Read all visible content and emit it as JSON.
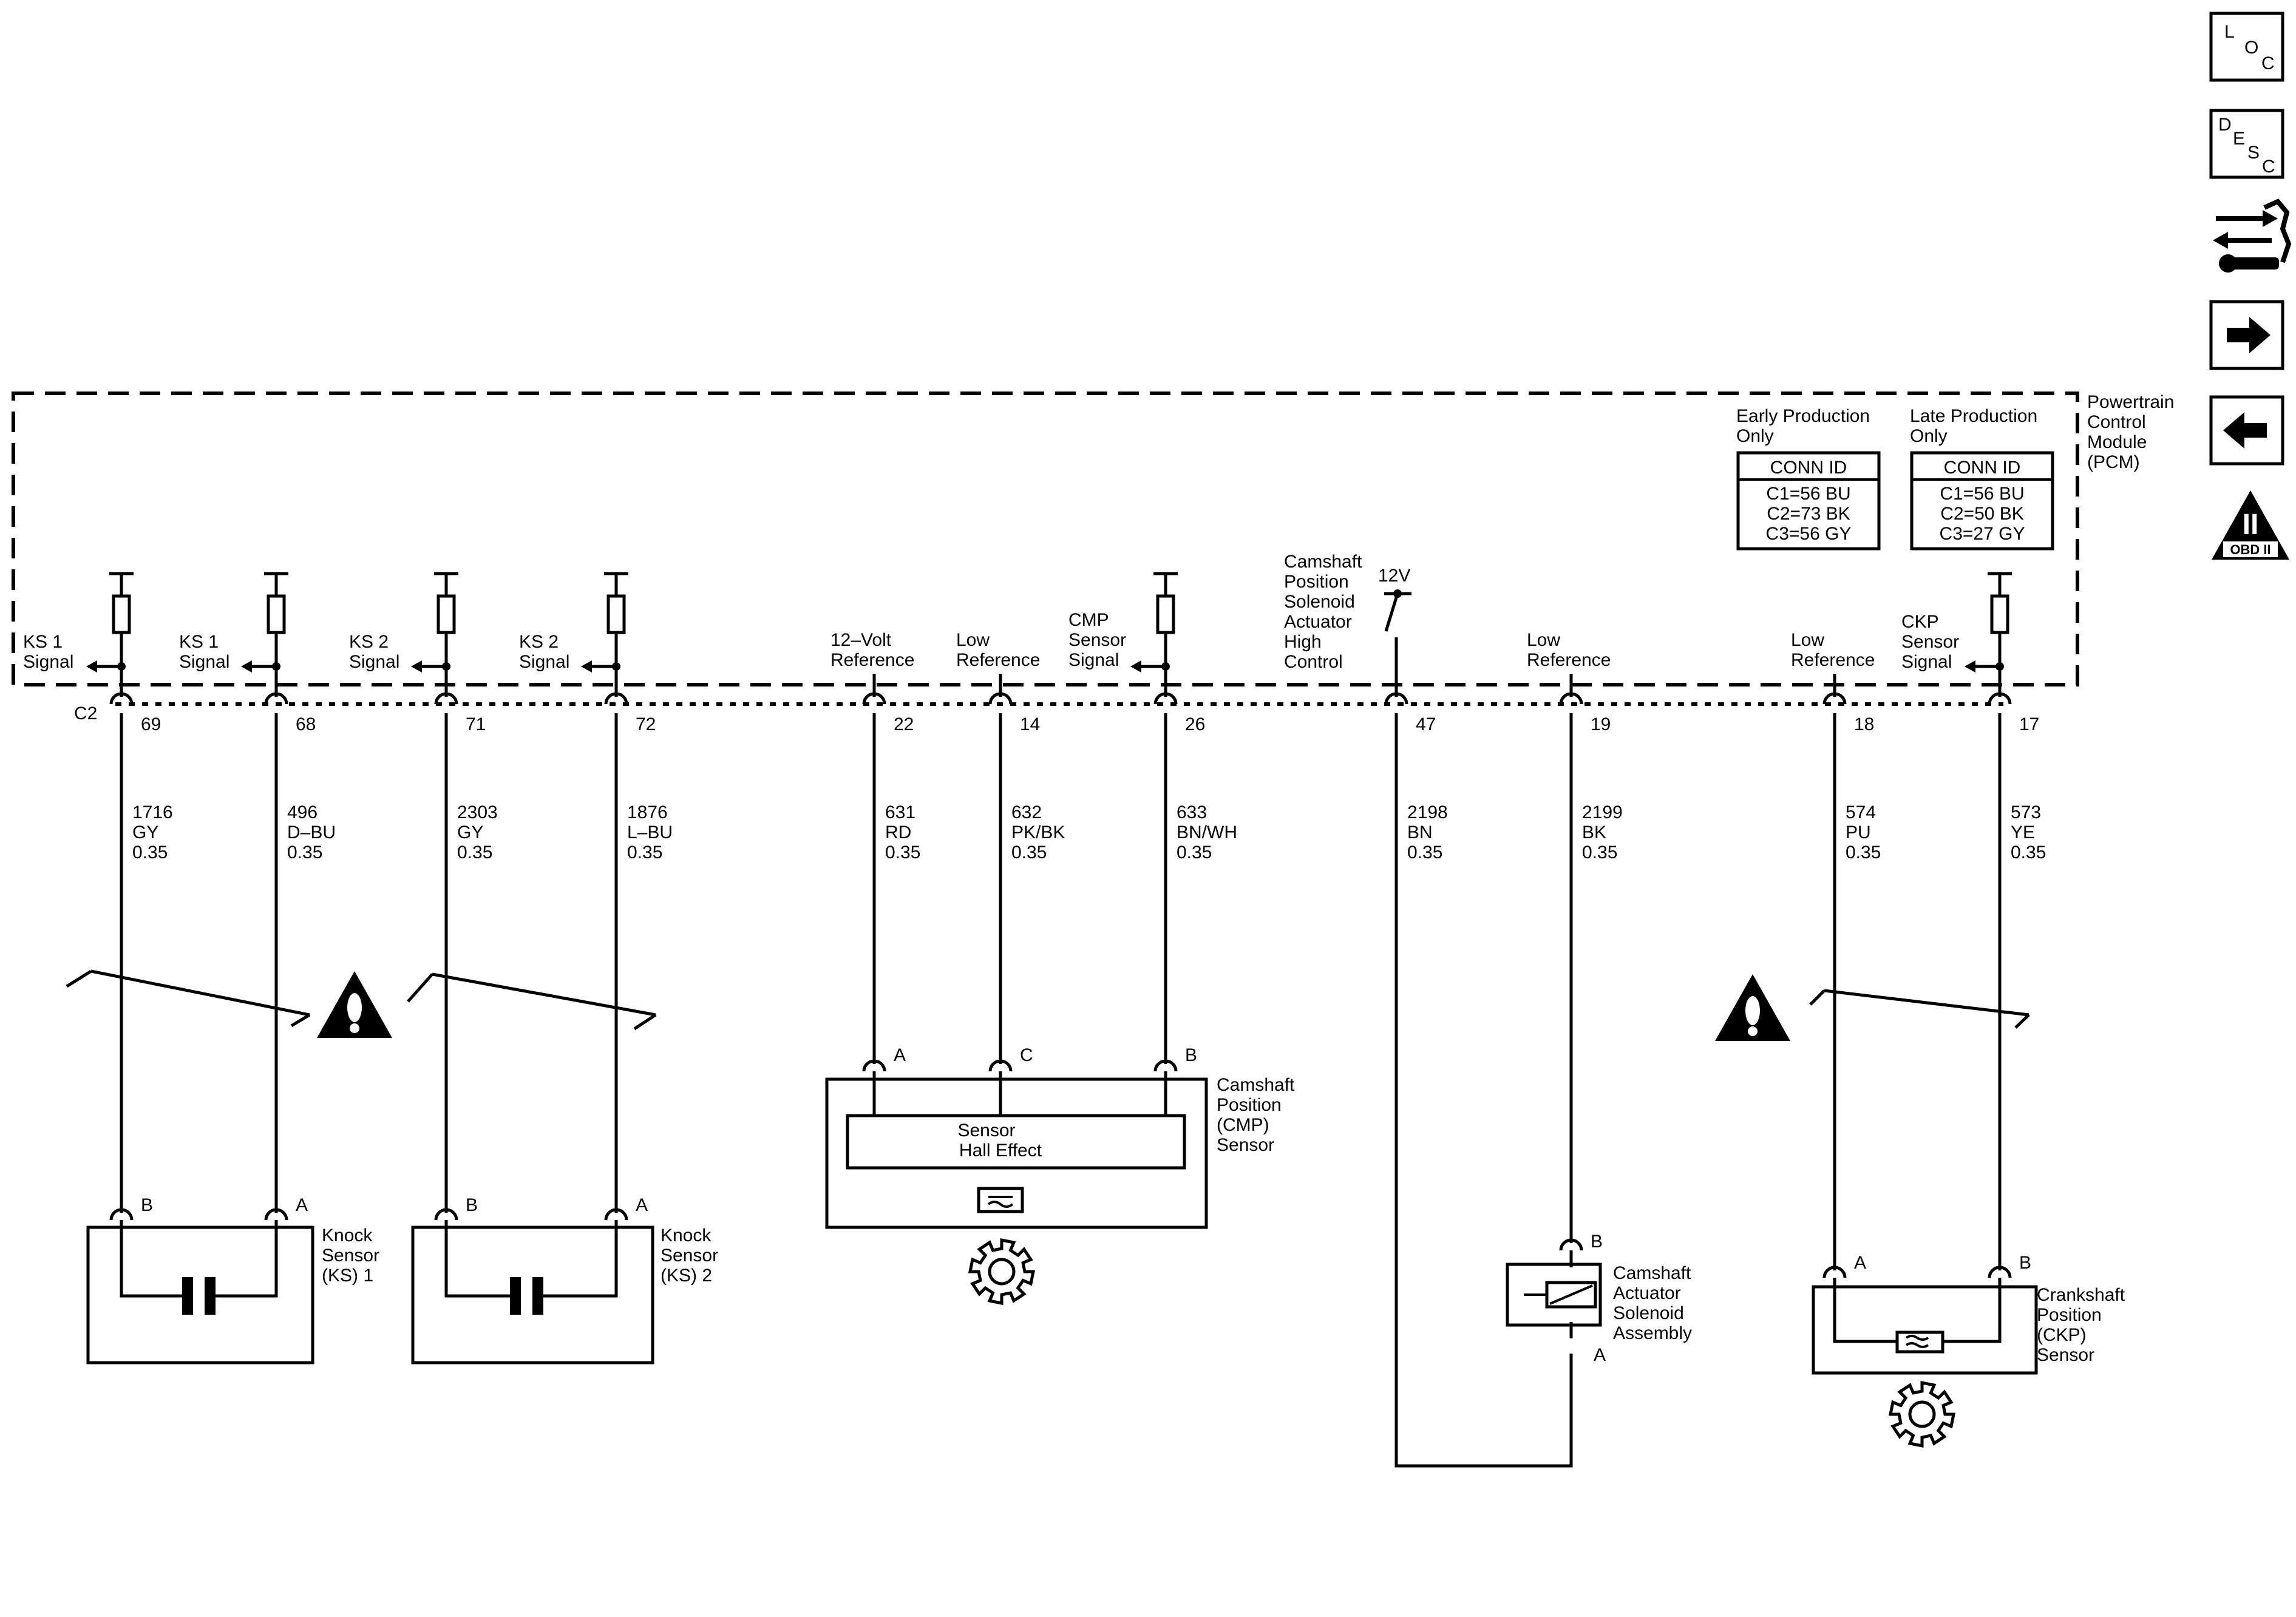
{
  "pcm": {
    "label_lines": [
      "Powertrain",
      "Control",
      "Module",
      "(PCM)"
    ],
    "connector": "C2",
    "supply": "12V"
  },
  "conn_tables": [
    {
      "header_lines": [
        "Early Production",
        "Only"
      ],
      "title": "CONN ID",
      "rows": [
        "C1=56 BU",
        "C2=73 BK",
        "C3=56 GY"
      ]
    },
    {
      "header_lines": [
        "Late Production",
        "Only"
      ],
      "title": "CONN ID",
      "rows": [
        "C1=56 BU",
        "C2=50 BK",
        "C3=27 GY"
      ]
    }
  ],
  "circuits": [
    {
      "label_lines": [
        "KS 1",
        "Signal"
      ],
      "pin": "69",
      "wire": [
        "1716",
        "GY",
        "0.35"
      ],
      "comp_pin": "B"
    },
    {
      "label_lines": [
        "KS 1",
        "Signal"
      ],
      "pin": "68",
      "wire": [
        "496",
        "D–BU",
        "0.35"
      ],
      "comp_pin": "A"
    },
    {
      "label_lines": [
        "KS 2",
        "Signal"
      ],
      "pin": "71",
      "wire": [
        "2303",
        "GY",
        "0.35"
      ],
      "comp_pin": "B"
    },
    {
      "label_lines": [
        "KS 2",
        "Signal"
      ],
      "pin": "72",
      "wire": [
        "1876",
        "L–BU",
        "0.35"
      ],
      "comp_pin": "A"
    },
    {
      "label_lines": [
        "12–Volt",
        "Reference"
      ],
      "pin": "22",
      "wire": [
        "631",
        "RD",
        "0.35"
      ],
      "comp_pin": "A"
    },
    {
      "label_lines": [
        "Low",
        "Reference"
      ],
      "pin": "14",
      "wire": [
        "632",
        "PK/BK",
        "0.35"
      ],
      "comp_pin": "C"
    },
    {
      "label_lines": [
        "CMP",
        "Sensor",
        "Signal"
      ],
      "pin": "26",
      "wire": [
        "633",
        "BN/WH",
        "0.35"
      ],
      "comp_pin": "B"
    },
    {
      "label_lines": [
        "Camshaft",
        "Position",
        "Solenoid",
        "Actuator",
        "High",
        "Control"
      ],
      "pin": "47",
      "wire": [
        "2198",
        "BN",
        "0.35"
      ],
      "comp_pin": ""
    },
    {
      "label_lines": [
        "Low",
        "Reference"
      ],
      "pin": "19",
      "wire": [
        "2199",
        "BK",
        "0.35"
      ],
      "comp_pin": "B"
    },
    {
      "label_lines": [
        "Low",
        "Reference"
      ],
      "pin": "18",
      "wire": [
        "574",
        "PU",
        "0.35"
      ],
      "comp_pin": "A"
    },
    {
      "label_lines": [
        "CKP",
        "Sensor",
        "Signal"
      ],
      "pin": "17",
      "wire": [
        "573",
        "YE",
        "0.35"
      ],
      "comp_pin": "B"
    }
  ],
  "components": {
    "ks1": [
      "Knock",
      "Sensor",
      "(KS) 1"
    ],
    "ks2": [
      "Knock",
      "Sensor",
      "(KS) 2"
    ],
    "cmp": [
      "Camshaft",
      "Position",
      "(CMP)",
      "Sensor"
    ],
    "cmp_inner": [
      "Sensor",
      "Hall Effect"
    ],
    "solenoid": [
      "Camshaft",
      "Actuator",
      "Solenoid",
      "Assembly"
    ],
    "solenoid_pin_a": "A",
    "ckp": [
      "Crankshaft",
      "Position",
      "(CKP)",
      "Sensor"
    ]
  },
  "toolbar": {
    "loc": "LOC",
    "desc": "DESC",
    "obd_top": "II",
    "obd_bottom": "OBD II"
  },
  "colors": {
    "ink": "#000000",
    "paper": "#ffffff"
  }
}
